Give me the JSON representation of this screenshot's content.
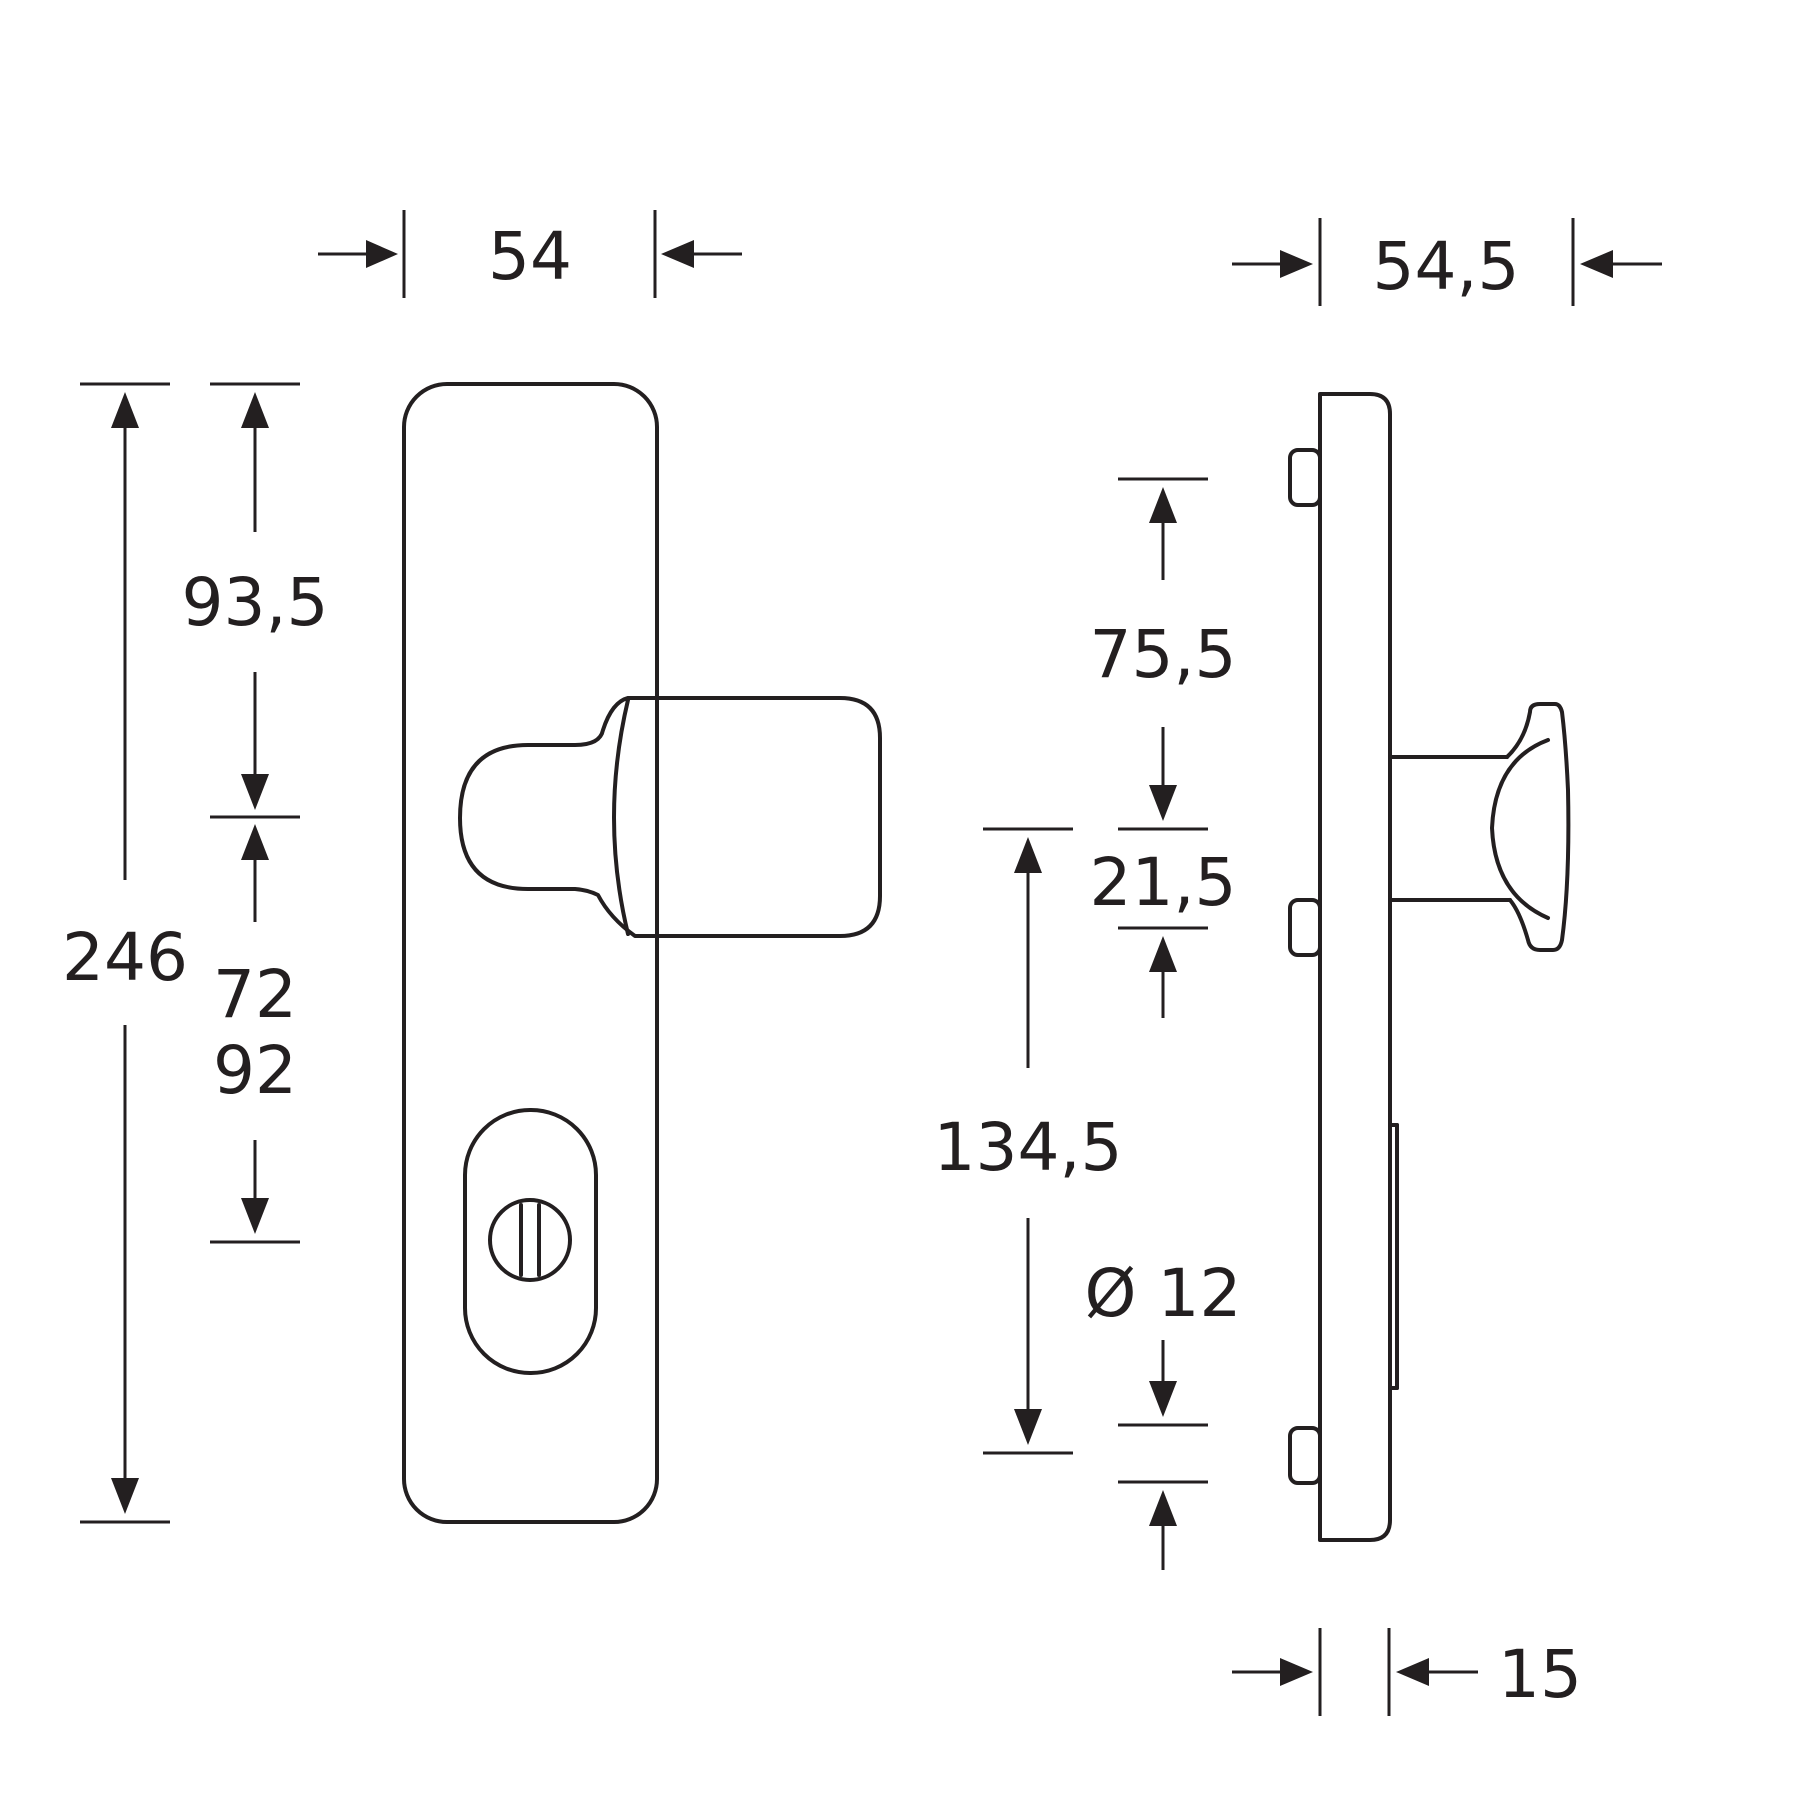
{
  "front_view": {
    "width_label": "54",
    "total_height_label": "246",
    "top_to_knob_label": "93,5",
    "knob_to_cylinder_labels": [
      "72",
      "92"
    ]
  },
  "side_view": {
    "width_label": "54,5",
    "top_to_knob_label": "75,5",
    "knob_offset_label": "21,5",
    "screw_spacing_label": "134,5",
    "diameter_label": "Ø 12",
    "thickness_label": "15"
  },
  "colors": {
    "line": "#231f20",
    "background": "#ffffff"
  }
}
